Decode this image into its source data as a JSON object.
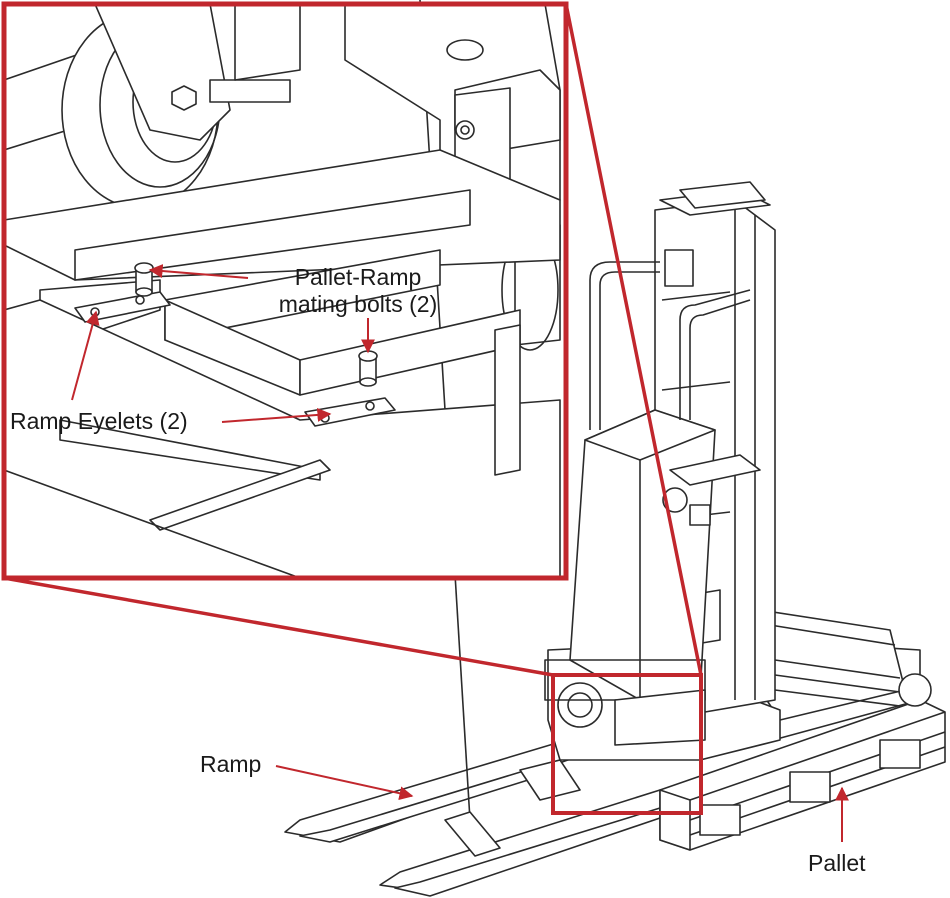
{
  "labels": {
    "bolts": [
      "Pallet-Ramp",
      "mating bolts (2)"
    ],
    "eyelets": "Ramp Eyelets (2)",
    "ramp": "Ramp",
    "pallet": "Pallet"
  },
  "colors": {
    "callout": "#c1272d",
    "line": "#2b2b2b",
    "background": "#ffffff"
  }
}
